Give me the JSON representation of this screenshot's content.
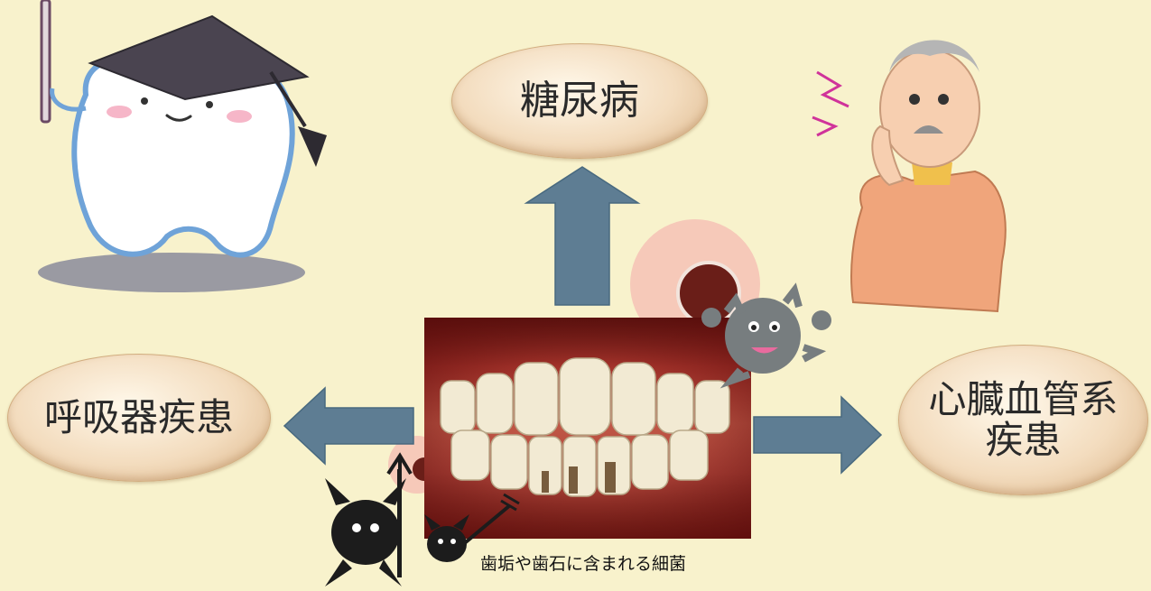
{
  "diagram": {
    "nodes": {
      "top": "糖尿病",
      "left": "呼吸器疾患",
      "right_line1": "心臓血管系",
      "right_line2": "疾患"
    },
    "center_caption": "歯垢や歯石に含まれる細菌"
  },
  "colors": {
    "background": "#f8f2cc",
    "arrow": "#5e7d93",
    "oval_light": "#fff8ea",
    "oval_dark": "#d9b184"
  }
}
